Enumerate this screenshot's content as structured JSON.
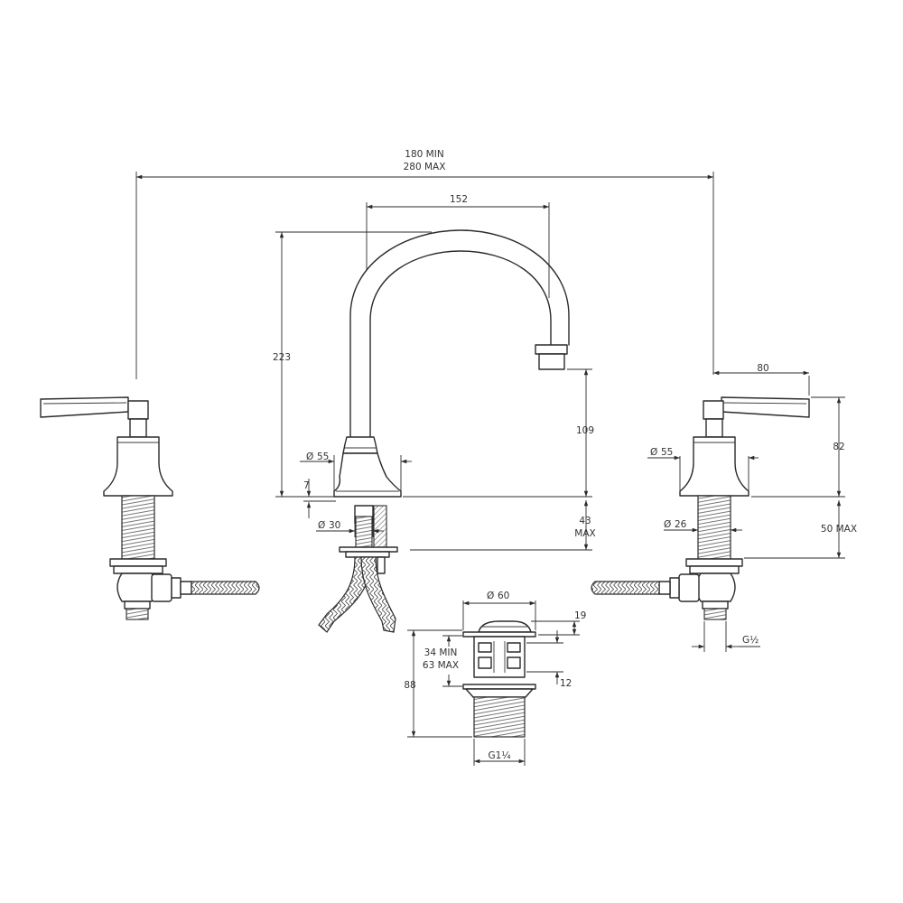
{
  "colors": {
    "line": "#2b2b2b",
    "background": "#ffffff"
  },
  "dimensions": {
    "spread_min": "180 MIN",
    "spread_max": "280 MAX",
    "spout_reach": "152",
    "spout_height": "223",
    "spout_outlet_height": "109",
    "spout_base_dia": "55",
    "spout_thread_dia": "30",
    "spout_base_thickness": "7",
    "deck_thickness_value": "43",
    "deck_thickness_label": "MAX",
    "handle_reach": "80",
    "handle_height": "82",
    "handle_base_dia": "55",
    "handle_thread_dia": "26",
    "handle_deck_value": "50 MAX",
    "handle_connection": "G½",
    "waste_dia": "60",
    "waste_cap": "19",
    "waste_range_min": "34 MIN",
    "waste_range_max": "63 MAX",
    "waste_slot": "12",
    "waste_height": "88",
    "waste_thread": "G1¼"
  }
}
